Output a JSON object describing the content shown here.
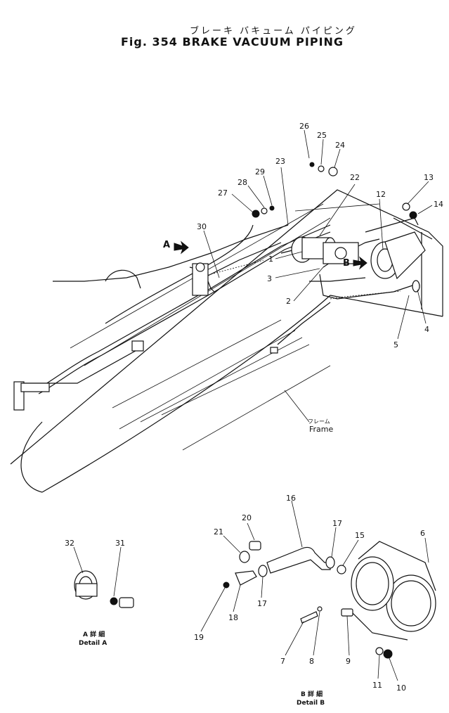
{
  "title_jp": "ブレーキ バキューム パイピング",
  "title_en": "Fig. 354 BRAKE VACUUM PIPING",
  "frame_label_jp": "フレーム",
  "frame_label_en": "Frame",
  "arrow_a": "A",
  "arrow_b": "B",
  "detail_a_jp": "A 詳 細",
  "detail_a_en": "Detail A",
  "detail_b_jp": "B 詳 細",
  "detail_b_en": "Detail B",
  "callouts": [
    "1",
    "2",
    "3",
    "4",
    "5",
    "6",
    "7",
    "8",
    "9",
    "10",
    "11",
    "12",
    "13",
    "14",
    "15",
    "16",
    "17",
    "17",
    "18",
    "19",
    "20",
    "21",
    "22",
    "23",
    "24",
    "25",
    "26",
    "27",
    "28",
    "29",
    "30",
    "31",
    "32"
  ]
}
